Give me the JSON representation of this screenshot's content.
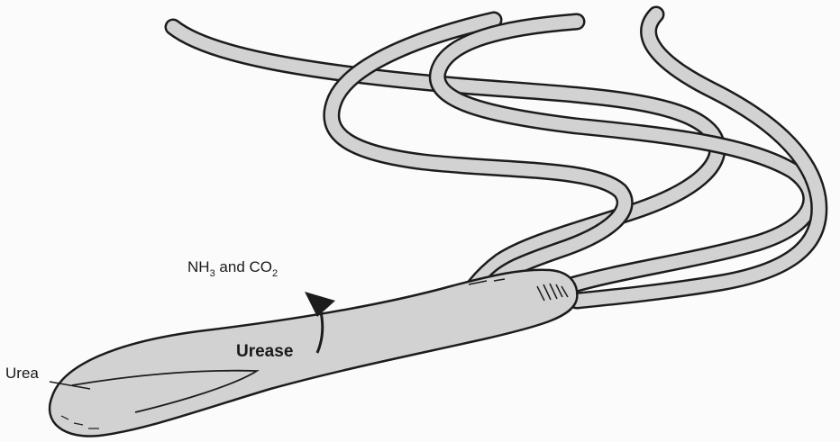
{
  "diagram": {
    "labels": {
      "ammonia_prefix": "NH",
      "ammonia_subscript": "3",
      "and_word": " and CO",
      "co2_subscript": "2",
      "enzyme": "Urease",
      "substrate": "Urea"
    },
    "colors": {
      "body_fill": "#d2d2d2",
      "outline": "#1c1c1c",
      "background": "#fbfbfb"
    }
  }
}
